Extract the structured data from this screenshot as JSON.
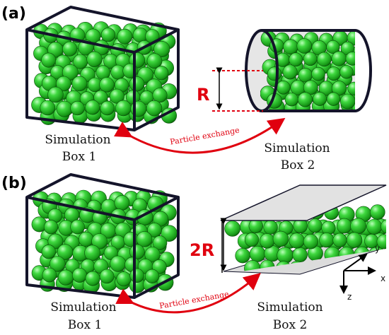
{
  "panels": [
    {
      "label": "(a)",
      "box1": {
        "line1": "Simulation",
        "line2": "Box  1"
      },
      "box2": {
        "line1": "Simulation",
        "line2": "Box  2"
      },
      "exchange": "Particle exchange",
      "dimension": "R"
    },
    {
      "label": "(b)",
      "box1": {
        "line1": "Simulation",
        "line2": "Box  1"
      },
      "box2": {
        "line1": "Simulation",
        "line2": "Box  2"
      },
      "exchange": "Particle exchange",
      "dimension": "2R"
    }
  ],
  "axes": {
    "x": "x",
    "y": "y",
    "z": "z"
  },
  "colors": {
    "particle": "#22b722",
    "particle_dark": "#0c6e0c",
    "particle_light": "#8ef08e",
    "accent": "#e0000f",
    "box_line": "#14142a",
    "wall_fill": "#dcdcdc"
  }
}
